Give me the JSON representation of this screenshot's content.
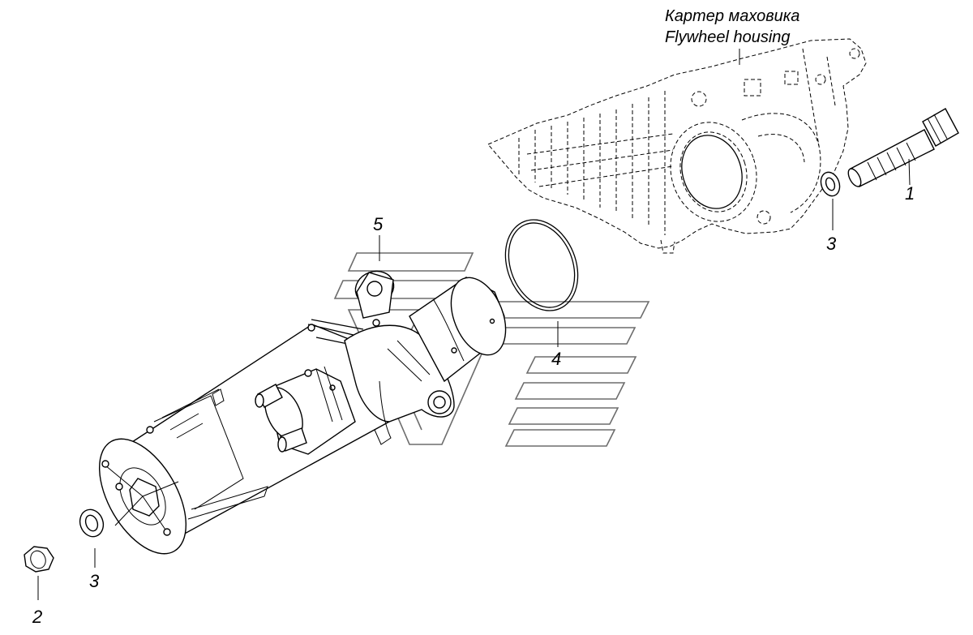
{
  "housing_caption": {
    "ru": "Картер маховика",
    "en": "Flywheel housing"
  },
  "callouts": [
    {
      "id": "part-1",
      "label": "1"
    },
    {
      "id": "part-2",
      "label": "2"
    },
    {
      "id": "part-3-left",
      "label": "3"
    },
    {
      "id": "part-3-right",
      "label": "3"
    },
    {
      "id": "part-4",
      "label": "4"
    },
    {
      "id": "part-5",
      "label": "5"
    }
  ],
  "colors": {
    "line": "#000000",
    "watermark": "#6d6d6d",
    "background": "#ffffff"
  }
}
